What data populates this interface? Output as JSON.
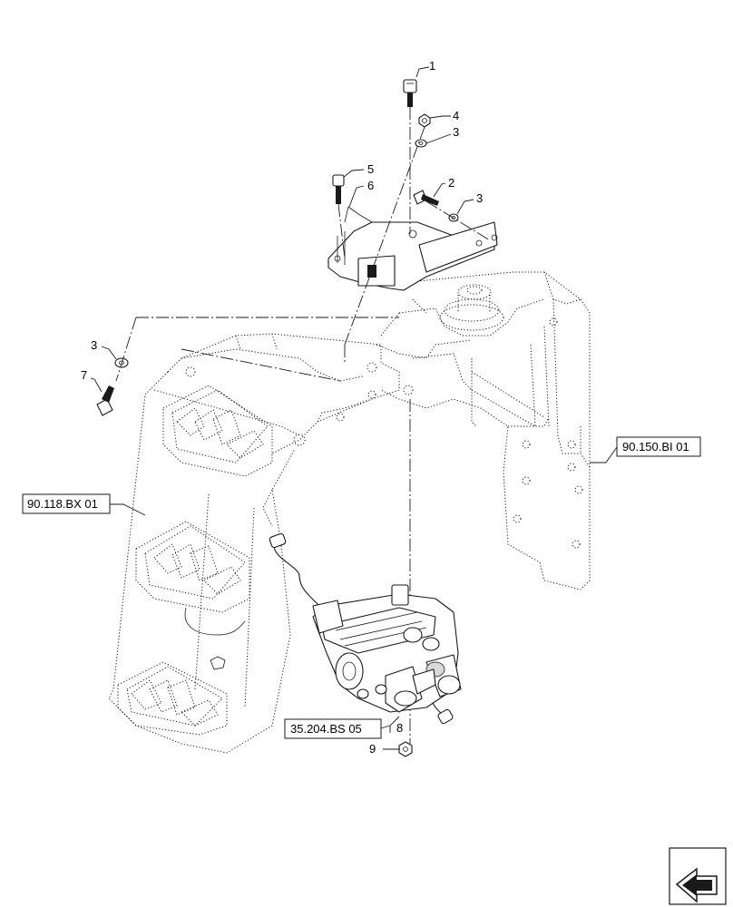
{
  "callouts": {
    "c1": "1",
    "c2": "2",
    "c3a": "3",
    "c3b": "3",
    "c3c": "3",
    "c4": "4",
    "c5": "5",
    "c6": "6",
    "c7": "7",
    "c8": "8",
    "c9": "9"
  },
  "references": {
    "frame_ref": "90.150.BI 01",
    "steps_ref": "90.118.BX 01",
    "valve_ref": "35.204.BS 05"
  },
  "icons": {
    "nav": "next-page-arrow-icon"
  }
}
